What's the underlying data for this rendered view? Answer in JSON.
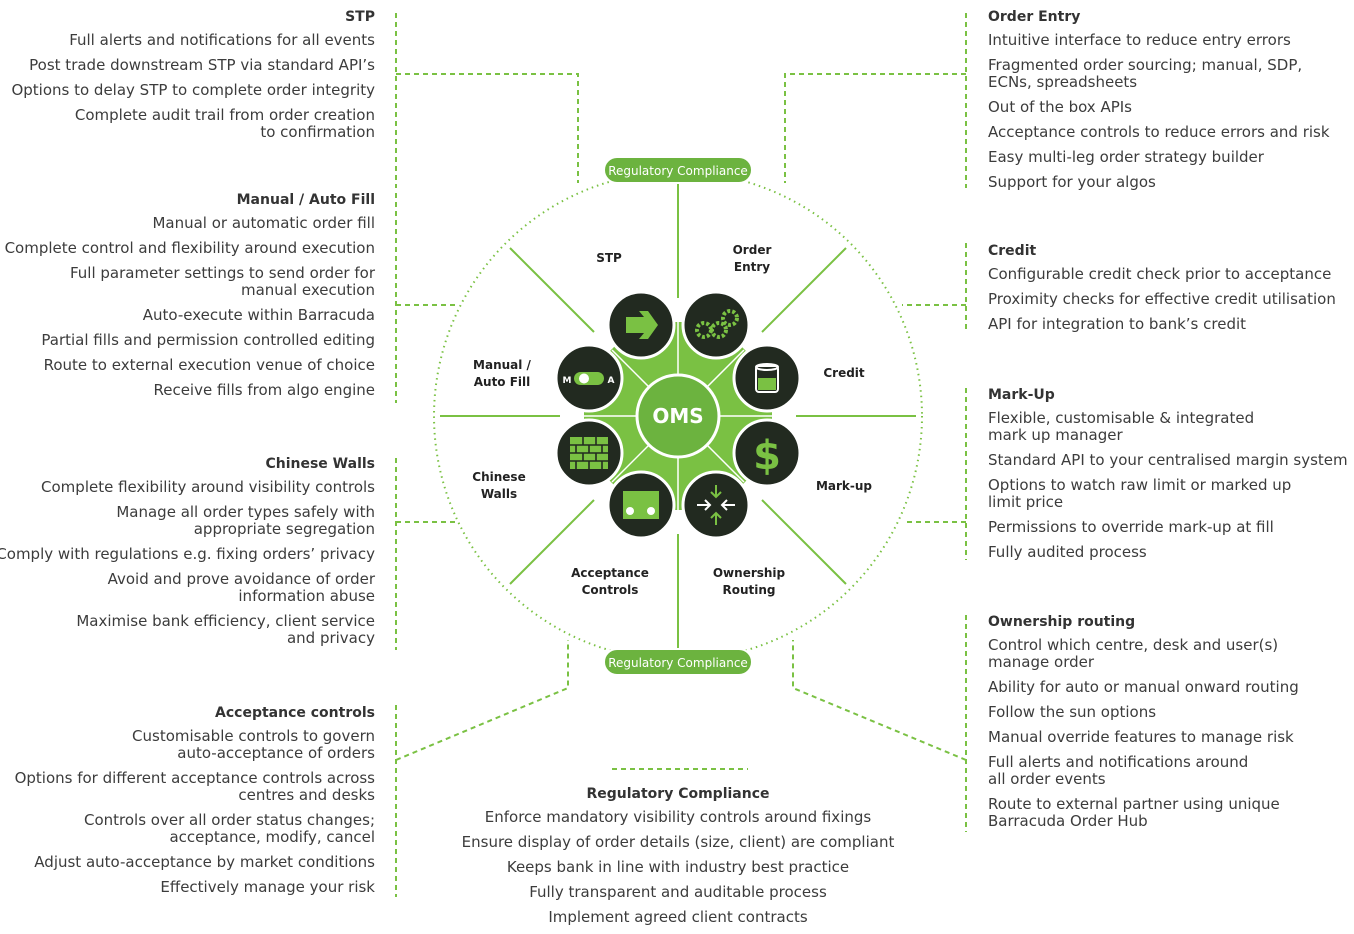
{
  "colors": {
    "green": "#6cb33f",
    "dark_green": "#7ac143",
    "icon_bg": "#222a20",
    "text": "#3c3c3c"
  },
  "center": {
    "label": "OMS"
  },
  "badges": {
    "top": "Regulatory Compliance",
    "bottom": "Regulatory Compliance"
  },
  "segments": {
    "stp": [
      "STP"
    ],
    "order_entry": [
      "Order",
      "Entry"
    ],
    "credit": [
      "Credit"
    ],
    "markup": [
      "Mark-up"
    ],
    "ownership": [
      "Ownership",
      "Routing"
    ],
    "acceptance": [
      "Acceptance",
      "Controls"
    ],
    "chinese": [
      "Chinese",
      "Walls"
    ],
    "manual": [
      "Manual /",
      "Auto Fill"
    ]
  },
  "icons": [
    "arrow-icon",
    "gears-icon",
    "database-icon",
    "dollar-icon",
    "routing-arrows-icon",
    "dice-icon",
    "brick-wall-icon",
    "manual-auto-toggle-icon"
  ],
  "toggle": {
    "m": "M",
    "a": "A"
  },
  "dollar_symbol": "$",
  "panels": {
    "stp": {
      "title": "STP",
      "items": [
        [
          "Full alerts and notifications for all events"
        ],
        [
          "Post trade downstream STP via standard API’s"
        ],
        [
          "Options to delay STP to complete order integrity"
        ],
        [
          "Complete audit trail from order creation",
          "to confirmation"
        ]
      ]
    },
    "manual": {
      "title": "Manual / Auto Fill",
      "items": [
        [
          "Manual or automatic order fill"
        ],
        [
          "Complete control and flexibility around execution"
        ],
        [
          "Full parameter settings to send order for",
          "manual execution"
        ],
        [
          "Auto-execute within Barracuda"
        ],
        [
          "Partial fills and permission controlled editing"
        ],
        [
          "Route to external execution venue of choice"
        ],
        [
          "Receive fills from algo engine"
        ]
      ]
    },
    "chinese": {
      "title": "Chinese Walls",
      "items": [
        [
          "Complete flexibility around visibility controls"
        ],
        [
          "Manage all order types safely with",
          "appropriate segregation"
        ],
        [
          "Comply with regulations e.g. fixing orders’ privacy"
        ],
        [
          "Avoid and prove avoidance of order",
          "information abuse"
        ],
        [
          "Maximise bank efficiency, client service",
          "and privacy"
        ]
      ]
    },
    "acceptance": {
      "title": "Acceptance controls",
      "items": [
        [
          "Customisable controls to govern",
          "auto-acceptance of orders"
        ],
        [
          "Options for different acceptance controls across",
          "centres and desks"
        ],
        [
          "Controls over all order status changes;",
          "acceptance, modify, cancel"
        ],
        [
          "Adjust auto-acceptance by market conditions"
        ],
        [
          "Effectively manage your risk"
        ]
      ]
    },
    "order_entry": {
      "title": "Order Entry",
      "items": [
        [
          "Intuitive interface to reduce entry errors"
        ],
        [
          "Fragmented order sourcing; manual, SDP,",
          "ECNs, spreadsheets"
        ],
        [
          "Out of the box APIs"
        ],
        [
          "Acceptance controls to reduce errors and risk"
        ],
        [
          "Easy multi-leg order strategy builder"
        ],
        [
          "Support for your algos"
        ]
      ]
    },
    "credit": {
      "title": "Credit",
      "items": [
        [
          "Configurable credit check prior to acceptance"
        ],
        [
          "Proximity checks for effective credit utilisation"
        ],
        [
          "API for integration to bank’s credit"
        ]
      ]
    },
    "markup": {
      "title": "Mark-Up",
      "items": [
        [
          "Flexible, customisable & integrated",
          "mark up manager"
        ],
        [
          "Standard API to your centralised margin system"
        ],
        [
          "Options to watch raw limit or marked up",
          "limit price"
        ],
        [
          "Permissions to override mark-up at fill"
        ],
        [
          "Fully audited process"
        ]
      ]
    },
    "ownership": {
      "title": "Ownership routing",
      "items": [
        [
          "Control which centre, desk and user(s)",
          "manage order"
        ],
        [
          "Ability for auto or manual onward routing"
        ],
        [
          "Follow the sun options"
        ],
        [
          "Manual override features to manage risk"
        ],
        [
          "Full alerts and notifications around",
          "all order events"
        ],
        [
          "Route to external partner using unique",
          "Barracuda Order Hub"
        ]
      ]
    },
    "regulatory": {
      "title": "Regulatory Compliance",
      "items": [
        [
          "Enforce mandatory visibility controls around fixings"
        ],
        [
          "Ensure display of order details (size, client) are compliant"
        ],
        [
          "Keeps bank in line with industry best practice"
        ],
        [
          "Fully transparent and auditable process"
        ],
        [
          "Implement agreed client contracts"
        ]
      ]
    }
  }
}
